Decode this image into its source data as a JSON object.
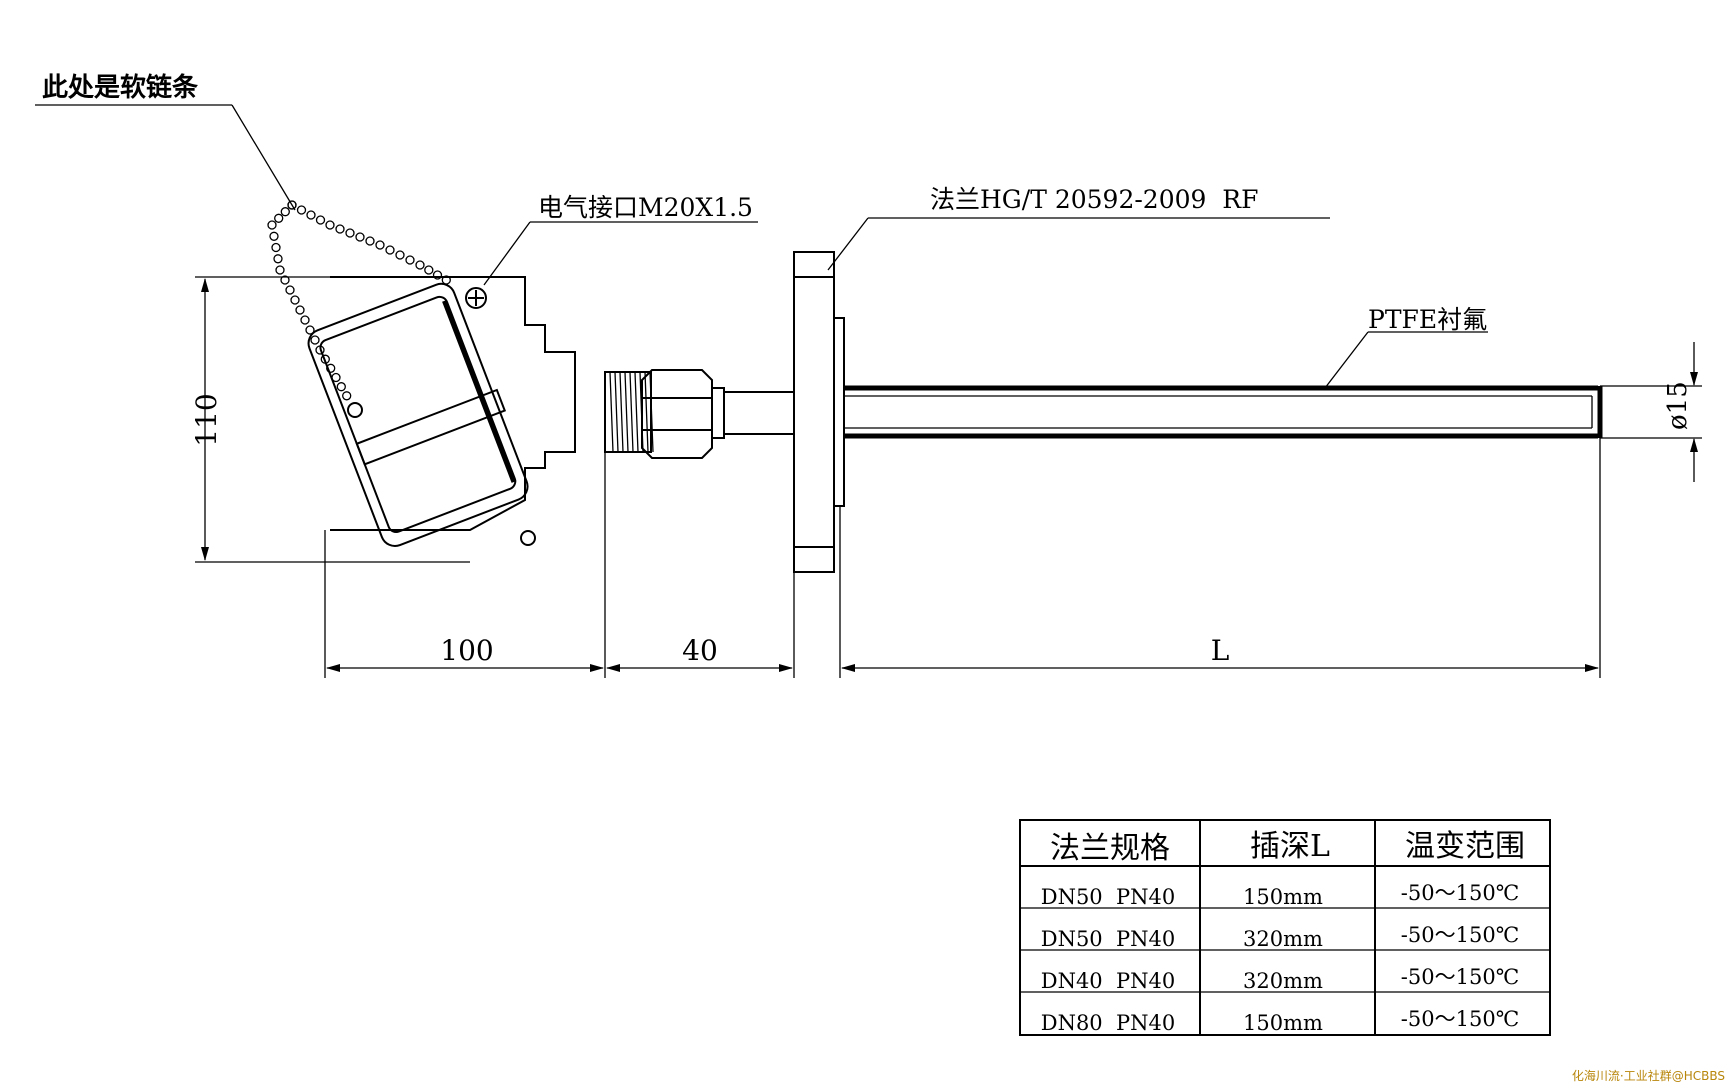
{
  "labels": {
    "chain": "此处是软链条",
    "electrical_port": "电气接口M20X1.5",
    "flange_standard": "法兰HG/T 20592-2009  RF",
    "lining": "PTFE衬氟",
    "diameter": "ø15"
  },
  "dimensions": {
    "height": "110",
    "head_length": "100",
    "neck_length": "40",
    "insertion": "L"
  },
  "table": {
    "headers": [
      "法兰规格",
      "插深L",
      "温变范围"
    ],
    "rows": [
      [
        "DN50  PN40",
        "150mm",
        "-50～150℃"
      ],
      [
        "DN50  PN40",
        "320mm",
        "-50～150℃"
      ],
      [
        "DN40  PN40",
        "320mm",
        "-50～150℃"
      ],
      [
        "DN80  PN40",
        "150mm",
        "-50～150℃"
      ]
    ]
  },
  "watermark": "化海川流·工业社群@HCBBS"
}
